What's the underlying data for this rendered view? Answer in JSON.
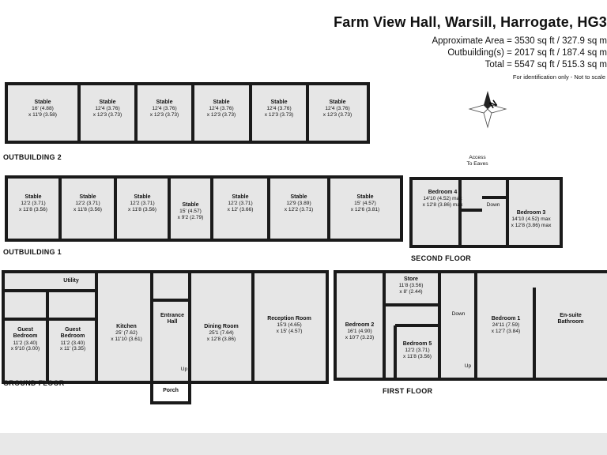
{
  "header": {
    "title": "Farm View Hall, Warsill, Harrogate, HG3",
    "approx_area": "Approximate Area = 3530 sq ft / 327.9 sq m",
    "outbuildings": "Outbuilding(s) = 2017 sq ft / 187.4 sq m",
    "total": "Total = 5547 sq ft / 515.3 sq m",
    "note": "For identification only - Not to scale"
  },
  "compass": {
    "label": "N"
  },
  "floors": {
    "outbuilding2": "OUTBUILDING 2",
    "outbuilding1": "OUTBUILDING 1",
    "ground": "GROUND FLOOR",
    "first": "FIRST FLOOR",
    "second": "SECOND FLOOR"
  },
  "outbuilding2_rooms": [
    {
      "name": "Stable",
      "dim1": "16' (4.88)",
      "dim2": "x 11'9 (3.58)"
    },
    {
      "name": "Stable",
      "dim1": "12'4 (3.76)",
      "dim2": "x 12'3 (3.73)"
    },
    {
      "name": "Stable",
      "dim1": "12'4 (3.76)",
      "dim2": "x 12'3 (3.73)"
    },
    {
      "name": "Stable",
      "dim1": "12'4 (3.76)",
      "dim2": "x 12'3 (3.73)"
    },
    {
      "name": "Stable",
      "dim1": "12'4 (3.76)",
      "dim2": "x 12'3 (3.73)"
    },
    {
      "name": "Stable",
      "dim1": "12'4 (3.76)",
      "dim2": "x 12'3 (3.73)"
    }
  ],
  "outbuilding1_rooms": [
    {
      "name": "Stable",
      "dim1": "12'2 (3.71)",
      "dim2": "x 11'8 (3.56)"
    },
    {
      "name": "Stable",
      "dim1": "12'2 (3.71)",
      "dim2": "x 11'8 (3.56)"
    },
    {
      "name": "Stable",
      "dim1": "12'2 (3.71)",
      "dim2": "x 11'8 (3.56)"
    },
    {
      "name": "Stable",
      "dim1": "15' (4.57)",
      "dim2": "x 9'2 (2.79)"
    },
    {
      "name": "Stable",
      "dim1": "12'2 (3.71)",
      "dim2": "x 12' (3.66)"
    },
    {
      "name": "Stable",
      "dim1": "12'9 (3.89)",
      "dim2": "x 12'2 (3.71)"
    },
    {
      "name": "Stable",
      "dim1": "15' (4.57)",
      "dim2": "x 12'6 (3.81)"
    }
  ],
  "second_floor": {
    "access": "Access",
    "to_eaves": "To Eaves",
    "bedroom4": {
      "name": "Bedroom 4",
      "dim1": "14'10 (4.52) max",
      "dim2": "x 12'8 (3.86) max"
    },
    "bedroom3": {
      "name": "Bedroom 3",
      "dim1": "14'10 (4.52) max",
      "dim2": "x 12'8 (3.86) max"
    },
    "down": "Down"
  },
  "ground_floor": {
    "utility": "Utility",
    "guest1": {
      "name": "Guest",
      "name2": "Bedroom",
      "dim1": "11'2 (3.40)",
      "dim2": "x 9'10 (3.00)"
    },
    "guest2": {
      "name": "Guest",
      "name2": "Bedroom",
      "dim1": "11'2 (3.40)",
      "dim2": "x 11' (3.35)"
    },
    "kitchen": {
      "name": "Kitchen",
      "dim1": "25' (7.62)",
      "dim2": "x 11'10 (3.61)"
    },
    "entrance": {
      "name": "Entrance",
      "name2": "Hall"
    },
    "dining": {
      "name": "Dining Room",
      "dim1": "25'1 (7.64)",
      "dim2": "x 12'8 (3.86)"
    },
    "reception": {
      "name": "Reception Room",
      "dim1": "15'3 (4.65)",
      "dim2": "x 15' (4.57)"
    },
    "porch": "Porch",
    "up": "Up"
  },
  "first_floor": {
    "store": {
      "name": "Store",
      "dim1": "11'8 (3.56)",
      "dim2": "x 8' (2.44)"
    },
    "bedroom2": {
      "name": "Bedroom 2",
      "dim1": "16'1 (4.90)",
      "dim2": "x 10'7 (3.23)"
    },
    "bedroom5": {
      "name": "Bedroom 5",
      "dim1": "12'2 (3.71)",
      "dim2": "x 11'8 (3.56)"
    },
    "bedroom1": {
      "name": "Bedroom 1",
      "dim1": "24'11 (7.59)",
      "dim2": "x 12'7 (3.84)"
    },
    "ensuite": {
      "name": "En-suite",
      "name2": "Bathroom"
    },
    "down": "Down",
    "up": "Up"
  }
}
